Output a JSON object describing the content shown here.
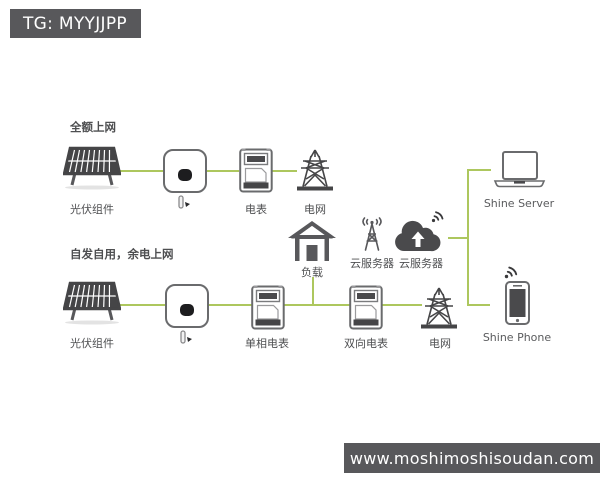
{
  "watermarks": {
    "top": "TG: MYYJJPP",
    "bottom": "www.moshimoshisoudan.com"
  },
  "sections": {
    "s1_title": "全额上网",
    "s2_title": "自发自用，余电上网"
  },
  "labels": {
    "pv1": "光伏组件",
    "meter": "电表",
    "grid1": "电网",
    "load": "负载",
    "cloud_server_antenna": "云服务器",
    "cloud_server_cloud": "云服务器",
    "server": "Shine Server",
    "pv2": "光伏组件",
    "meter_single": "单相电表",
    "meter_dual": "双向电表",
    "grid2": "电网",
    "phone": "Shine Phone"
  },
  "colors": {
    "connector_green": "#adc75e",
    "icon_gray": "#58585b",
    "badge_background": "#58585b",
    "badge_text": "#ffffff",
    "label_text": "#4e4f51"
  },
  "icons": [
    "pv-panel-icon",
    "inverter-icon",
    "meter-icon",
    "grid-tower-icon",
    "house-load-icon",
    "radio-antenna-icon",
    "cloud-upload-icon",
    "wifi-icon",
    "laptop-icon",
    "smartphone-icon"
  ]
}
